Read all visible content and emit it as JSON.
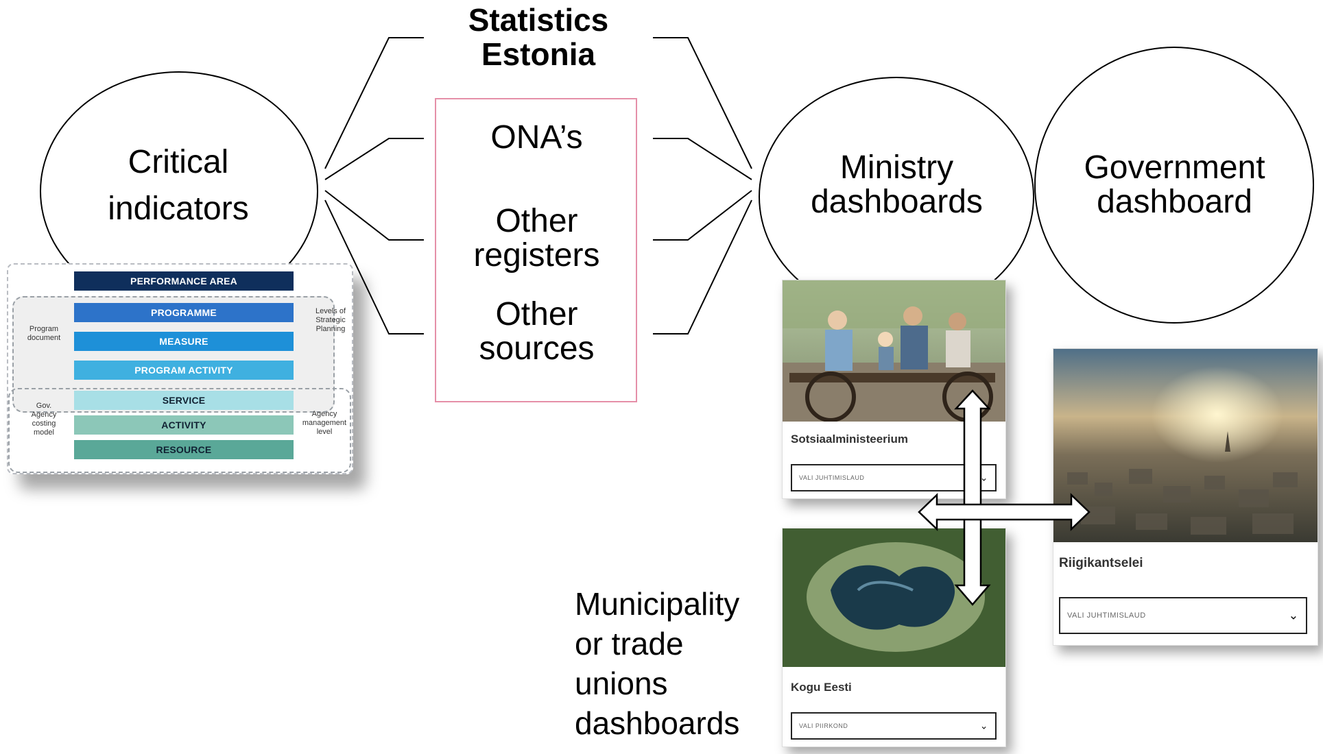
{
  "circles": {
    "critical": {
      "line1": "Critical",
      "line2": "indicators"
    },
    "ministry": "Ministry dashboards",
    "government": "Government dashboard"
  },
  "sources": {
    "statistics": "Statistics Estonia",
    "ona": "ONA’s",
    "registers": "Other registers",
    "other_sources": "Other sources"
  },
  "municipality_label": "Municipality or trade unions dashboards",
  "pyramid": {
    "bars": [
      "PERFORMANCE AREA",
      "PROGRAMME",
      "MEASURE",
      "PROGRAM ACTIVITY",
      "SERVICE",
      "ACTIVITY",
      "RESOURCE"
    ],
    "side_program": "Program document",
    "side_strategic": "Levels of Strategic Planning",
    "side_gov": "Gov. Agency costing model",
    "side_agency": "Agency management level"
  },
  "dashboards": {
    "ministry": {
      "title": "Sotsiaalministeerium",
      "select": "VALI JUHTIMISLAUD"
    },
    "government": {
      "title": "Riigikantselei",
      "select": "VALI JUHTIMISLAUD"
    },
    "municipality": {
      "title": "Kogu Eesti",
      "select": "VALI PIIRKOND"
    }
  },
  "colors": {
    "pink_border": "#e58fa8",
    "bar_dark_navy": "#0f2f5c",
    "bar_blue": "#2d73c9",
    "bar_mid_blue": "#1e90d8",
    "bar_light_blue": "#3fb0e0",
    "bar_pale_cyan": "#a8dfe6",
    "bar_teal_light": "#8cc7b8",
    "bar_teal": "#5aa898"
  },
  "icons": [
    "chevron-down-icon",
    "double-arrow-vertical-icon",
    "double-arrow-horizontal-icon"
  ]
}
